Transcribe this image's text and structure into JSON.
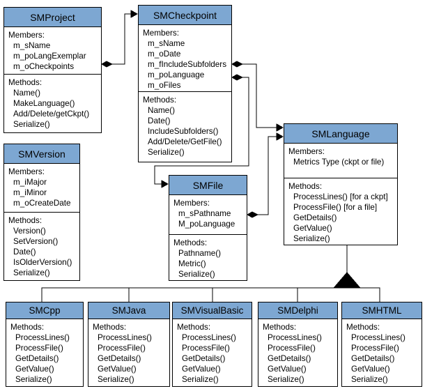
{
  "colors": {
    "class_header_fill": "#7DA7D2",
    "line_color": "#000000",
    "background": "#FFFFFF",
    "text_color": "#000000"
  },
  "classes": {
    "SMProject": {
      "title": "SMProject",
      "members_label": "Members:",
      "members": [
        "m_sName",
        "m_poLangExemplar",
        "m_oCheckpoints"
      ],
      "methods_label": "Methods:",
      "methods": [
        "Name()",
        "MakeLanguage()",
        "Add/Delete/getCkpt()",
        "Serialize()"
      ]
    },
    "SMCheckpoint": {
      "title": "SMCheckpoint",
      "members_label": "Members:",
      "members": [
        "m_sName",
        "m_oDate",
        "m_fIncludeSubfolders",
        "m_poLanguage",
        "m_oFiles"
      ],
      "methods_label": "Methods:",
      "methods": [
        "Name()",
        "Date()",
        "IncludeSubfolders()",
        "Add/Delete/GetFile()",
        "Serialize()"
      ]
    },
    "SMVersion": {
      "title": "SMVersion",
      "members_label": "Members:",
      "members": [
        "m_iMajor",
        "m_iMinor",
        "m_oCreateDate"
      ],
      "methods_label": "Methods:",
      "methods": [
        "Version()",
        "SetVersion()",
        "Date()",
        "IsOlderVersion()",
        "Serialize()"
      ]
    },
    "SMFile": {
      "title": "SMFile",
      "members_label": "Members:",
      "members": [
        "m_sPathname",
        "M_poLanguage"
      ],
      "methods_label": "Methods:",
      "methods": [
        "Pathname()",
        "Metric()",
        "Serialize()"
      ]
    },
    "SMLanguage": {
      "title": "SMLanguage",
      "members_label": "Members:",
      "members": [
        "Metrics Type (ckpt or file)"
      ],
      "methods_label": "Methods:",
      "methods": [
        "ProcessLines() [for a ckpt]",
        "ProcessFile()  [for a file]",
        "GetDetails()",
        "GetValue()",
        "Serialize()"
      ]
    },
    "SMCpp": {
      "title": "SMCpp",
      "methods_label": "Methods:",
      "methods": [
        "ProcessLines()",
        "ProcessFile()",
        "GetDetails()",
        "GetValue()",
        "Serialize()"
      ]
    },
    "SMJava": {
      "title": "SMJava",
      "methods_label": "Methods:",
      "methods": [
        "ProcessLines()",
        "ProcessFile()",
        "GetDetails()",
        "GetValue()",
        "Serialize()"
      ]
    },
    "SMVisualBasic": {
      "title": "SMVisualBasic",
      "methods_label": "Methods:",
      "methods": [
        "ProcessLines()",
        "ProcessFile()",
        "GetDetails()",
        "GetValue()",
        "Serialize()"
      ]
    },
    "SMDelphi": {
      "title": "SMDelphi",
      "methods_label": "Methods:",
      "methods": [
        "ProcessLines()",
        "ProcessFile()",
        "GetDetails()",
        "GetValue()",
        "Serialize()"
      ]
    },
    "SMHTML": {
      "title": "SMHTML",
      "methods_label": "Methods:",
      "methods": [
        "ProcessLines()",
        "ProcessFile()",
        "GetDetails()",
        "GetValue()",
        "Serialize()"
      ]
    }
  },
  "relationships": [
    {
      "type": "aggregation",
      "from": "SMProject",
      "to": "SMCheckpoint"
    },
    {
      "type": "aggregation",
      "from": "SMCheckpoint",
      "to": "SMLanguage"
    },
    {
      "type": "aggregation",
      "from": "SMCheckpoint",
      "to": "SMFile"
    },
    {
      "type": "aggregation",
      "from": "SMFile",
      "to": "SMLanguage"
    },
    {
      "type": "inheritance",
      "parent": "SMLanguage",
      "children": [
        "SMCpp",
        "SMJava",
        "SMVisualBasic",
        "SMDelphi",
        "SMHTML"
      ]
    }
  ]
}
